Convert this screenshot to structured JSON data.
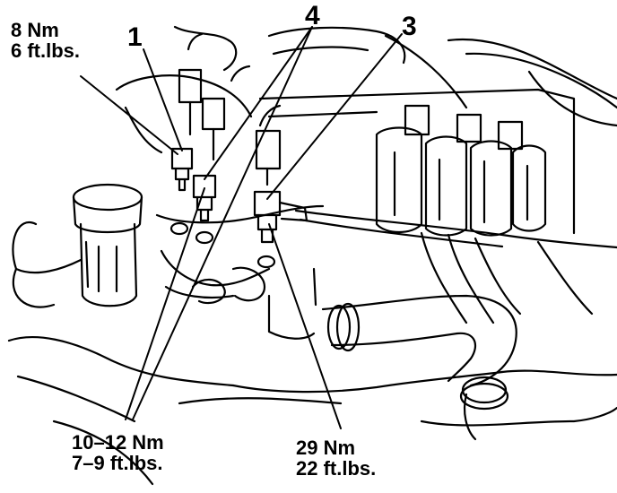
{
  "callouts": [
    {
      "id": "1",
      "label": "1",
      "torque_metric": "8 Nm",
      "torque_imperial": "6 ft.lbs."
    },
    {
      "id": "4",
      "label": "4",
      "torque_metric": "10–12 Nm",
      "torque_imperial": "7–9 ft.lbs."
    },
    {
      "id": "3",
      "label": "3",
      "torque_metric": "29 Nm",
      "torque_imperial": "22 ft.lbs."
    }
  ],
  "colors": {
    "ink": "#000000",
    "paper": "#ffffff"
  }
}
